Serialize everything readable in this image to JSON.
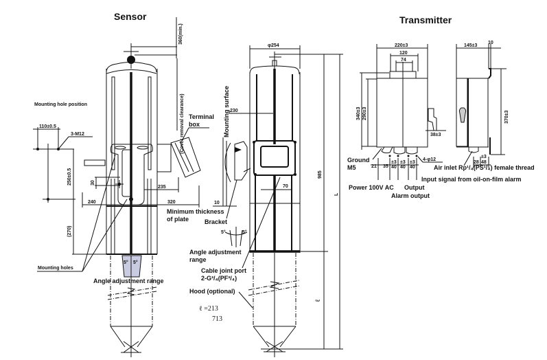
{
  "titles": {
    "sensor": "Sensor",
    "transmitter": "Transmitter"
  },
  "sensor": {
    "labels": {
      "mounting_hole_position": "Mounting hole position",
      "mounting_holes": "Mounting holes",
      "angle_adjustment_range": "Angle adjustment range",
      "terminal_box_1": "Terminal",
      "terminal_box_2": "box",
      "cover_clearance": "(Cover removal clearance)",
      "min_thickness_1": "Minimum thickness",
      "min_thickness_2": "of plate",
      "angle_left": "5°",
      "angle_right": "5°"
    },
    "dimensions": {
      "clearance": "360(min.)",
      "hole_spacing_h": "110±0.5",
      "hole_spec": "3-M12",
      "hole_spacing_v": "250±0.5",
      "d30": "30",
      "d235": "235",
      "d240": "240",
      "d320": "320",
      "d270": "(270)"
    }
  },
  "side_view": {
    "labels": {
      "mounting_surface": "Mounting surface",
      "bracket": "Bracket",
      "angle_adjustment_1": "Angle adjustment",
      "angle_adjustment_2": "range",
      "cable_port_1": "Cable joint port",
      "cable_port_2": "2-G³/₄(PF³/₄)",
      "hood": "Hood (optional)",
      "angle_left": "5°",
      "angle_right": "5°"
    },
    "dimensions": {
      "diameter": "φ254",
      "d230": "230",
      "d10": "10",
      "d70": "70",
      "d985": "985",
      "L": "L",
      "l": "ℓ",
      "l_value_1": "ℓ =213",
      "l_value_2": "713"
    }
  },
  "transmitter": {
    "labels": {
      "ground": "Ground",
      "m5": "M5",
      "power": "Power 100V AC",
      "output": "Output",
      "alarm_output": "Alarm output",
      "input_signal": "Input signal from oil-on-film alarm",
      "air_inlet": "Air inlet Rp¹/₄(PS¹/₄) female thread"
    },
    "dimensions": {
      "width": "220±3",
      "d120": "120",
      "d74": "74",
      "h340": "340±3",
      "h290": "290±3",
      "d38": "38±3",
      "d21": "21",
      "d35": "35",
      "d40a": "40",
      "d40b": "40",
      "d40c": "40",
      "tol": "±3",
      "holes": "4-φ12",
      "depth": "145±3",
      "d10": "10",
      "h370": "370±3",
      "d28": "28",
      "d48": "48"
    }
  }
}
